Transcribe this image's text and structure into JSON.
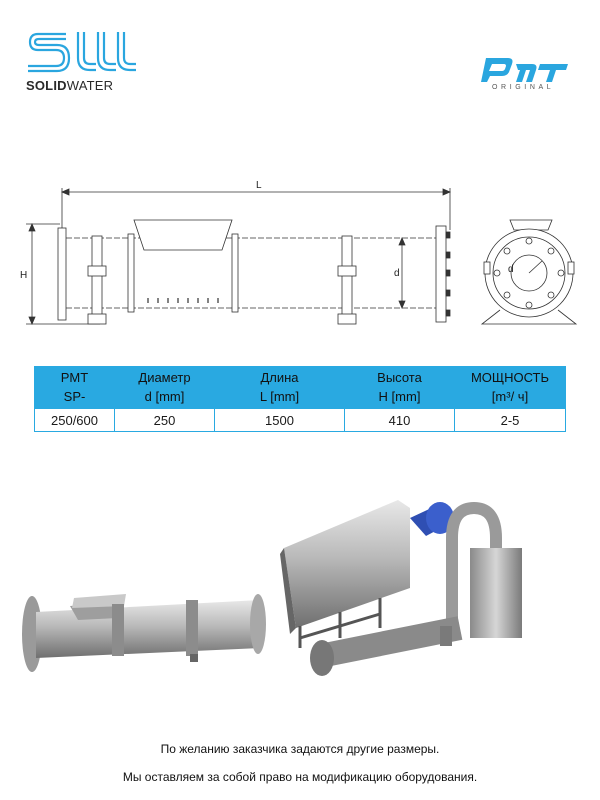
{
  "brand": {
    "left_name_bold": "SOLID",
    "left_name_light": "WATER",
    "right_name": "PMT",
    "right_sub": "ORIGINAL"
  },
  "drawing": {
    "label_length": "L",
    "label_height": "H",
    "label_diameter": "d",
    "label_diameter_end": "d"
  },
  "table": {
    "headers": [
      {
        "line1": "PMT",
        "line2": "SP-"
      },
      {
        "line1": "Диаметр",
        "line2": "d [mm]"
      },
      {
        "line1": "Длина",
        "line2": "L [mm]"
      },
      {
        "line1": "Высота",
        "line2": "H [mm]"
      },
      {
        "line1": "МОЩНОСТЬ",
        "line2": "[m³/ ч]"
      }
    ],
    "row": [
      "250/600",
      "250",
      "1500",
      "410",
      "2-5"
    ]
  },
  "notes": {
    "line1": "По желанию заказчика задаются другие размеры.",
    "line2": "Мы оставляем за собой право на модификацию оборудования."
  },
  "colors": {
    "accent": "#29a9e1",
    "logo_blue": "#2aa6df"
  }
}
